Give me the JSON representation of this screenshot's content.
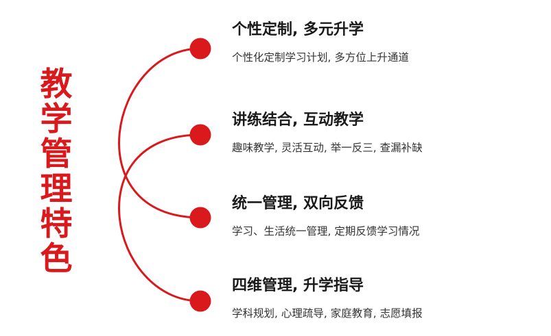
{
  "heading": {
    "text": "教学管理特色"
  },
  "colors": {
    "accent": "#d9191c",
    "title": "#1a1a1a",
    "desc": "#333333"
  },
  "features": [
    {
      "title": "个性定制, 多元升学",
      "desc": "个性化定制学习计划, 多方位上升通道"
    },
    {
      "title": "讲练结合, 互动教学",
      "desc": "趣味教学, 灵活互动, 举一反三, 查漏补缺"
    },
    {
      "title": "统一管理, 双向反馈",
      "desc": "学习、生活统一管理, 定期反馈学习情况"
    },
    {
      "title": "四维管理, 升学指导",
      "desc": "学科规划, 心理疏导, 家庭教育, 志愿填报"
    }
  ]
}
